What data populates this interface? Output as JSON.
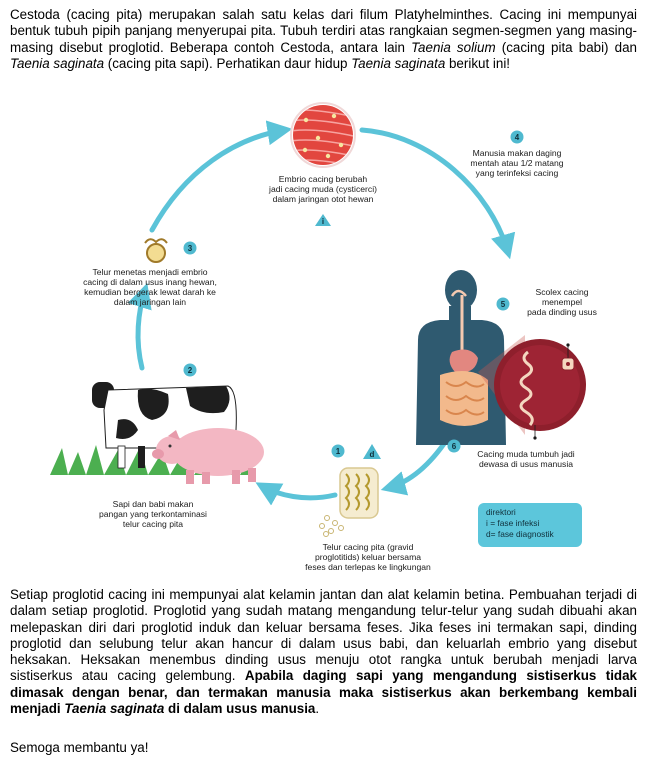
{
  "intro": {
    "t1": "Cestoda (cacing pita) merupakan salah satu kelas dari filum Platyhelminthes. Cacing ini mempunyai bentuk tubuh pipih panjang menyerupai pita. Tubuh terdiri atas rangkaian segmen-segmen yang masing-masing disebut proglotid. Beberapa contoh Cestoda, antara lain ",
    "i1": "Taenia solium",
    "t2": " (cacing pita babi) dan ",
    "i2": "Taenia saginata",
    "t3": " (cacing pita sapi). Perhatikan daur hidup ",
    "i3": "Taenia saginata",
    "t4": " berikut ini!"
  },
  "diagram": {
    "stage_1": {
      "number": "1",
      "badge": "d",
      "lines": [
        "Telur cacing pita (gravid",
        "proglotitids) keluar bersama",
        "feses dan terlepas ke lingkungan"
      ]
    },
    "stage_2": {
      "number": "2",
      "lines": [
        "Sapi dan babi makan",
        "pangan yang terkontaminasi",
        "telur cacing pita"
      ]
    },
    "stage_3": {
      "number": "3",
      "lines": [
        "Telur menetas menjadi embrio",
        "cacing di dalam usus inang hewan,",
        "kemudian bergerak lewat darah ke",
        "dalam jaringan lain"
      ]
    },
    "stage_top": {
      "badge": "i",
      "lines": [
        "Embrio cacing berubah",
        "jadi cacing muda (cysticerci)",
        "dalam jaringan otot hewan"
      ]
    },
    "stage_4": {
      "number": "4",
      "lines": [
        "Manusia makan daging",
        "mentah atau 1/2 matang",
        "yang terinfeksi cacing"
      ]
    },
    "stage_5": {
      "number": "5",
      "lines": [
        "Scolex cacing",
        "menempel",
        "pada dinding usus"
      ]
    },
    "stage_6": {
      "number": "6",
      "lines": [
        "Cacing muda tumbuh jadi",
        "dewasa di usus manusia"
      ]
    },
    "legend": {
      "lines": [
        "direktori",
        "i = fase infeksi",
        "d= fase diagnostik"
      ]
    }
  },
  "body": {
    "t1": "Setiap proglotid cacing ini mempunyai alat kelamin jantan dan alat kelamin betina. Pembuahan terjadi di dalam setiap proglotid. Proglotid yang sudah matang mengandung telur-telur yang sudah dibuahi akan melepaskan diri dari proglotid induk dan keluar bersama feses. Jika feses ini termakan sapi, dinding proglotid dan selubung telur akan hancur di dalam usus babi, dan keluarlah embrio yang disebut heksakan. Heksakan menembus dinding usus menuju otot rangka untuk berubah menjadi larva sistiserkus atau cacing gelembung. ",
    "b1": "Apabila daging sapi yang mengandung sistiserkus tidak dimasak dengan benar, dan termakan manusia maka sistiserkus akan berkembang kembali menjadi ",
    "bi": "Taenia saginata",
    "b2": " di dalam usus manusia",
    "t2": "."
  },
  "closing": "Semoga membantu ya!",
  "colors": {
    "arrow": "#5bc3d8",
    "badge": "#4fb9cf",
    "legend_bg": "#5cc6db",
    "muscle": "#e2463f",
    "human": "#2f5a70",
    "intestine_zoom": "#8e1f2c"
  }
}
